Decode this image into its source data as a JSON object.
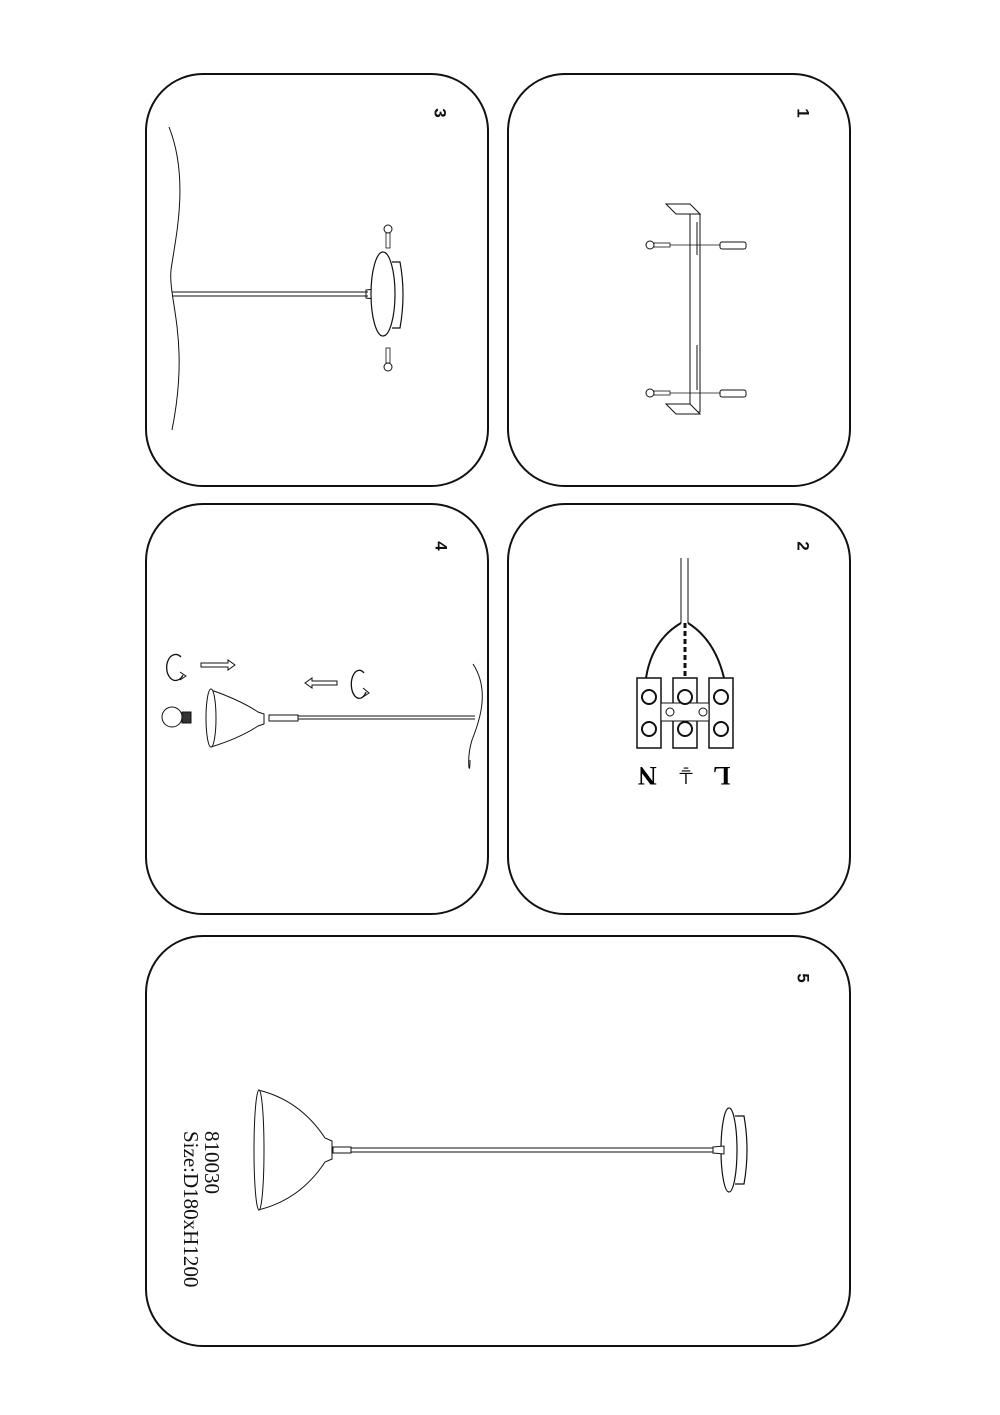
{
  "document": {
    "type": "installation instruction sheet",
    "orientation": "rotated 90 degrees clockwise"
  },
  "steps": [
    {
      "number": "1",
      "description": "Mounting bracket with two screws and two wall plugs"
    },
    {
      "number": "2",
      "description": "Wiring to terminal block",
      "terminal_labels": [
        "N",
        "⏚",
        "L"
      ]
    },
    {
      "number": "3",
      "description": "Fix canopy to bracket with two screws"
    },
    {
      "number": "4",
      "description": "Attach shade to lamp holder and insert bulb"
    },
    {
      "number": "5",
      "description": "Completed pendant lamp"
    }
  ],
  "product": {
    "model": "810030",
    "size": "Size:D180xH1200"
  },
  "colors": {
    "line": "#111111",
    "background": "#ffffff"
  }
}
